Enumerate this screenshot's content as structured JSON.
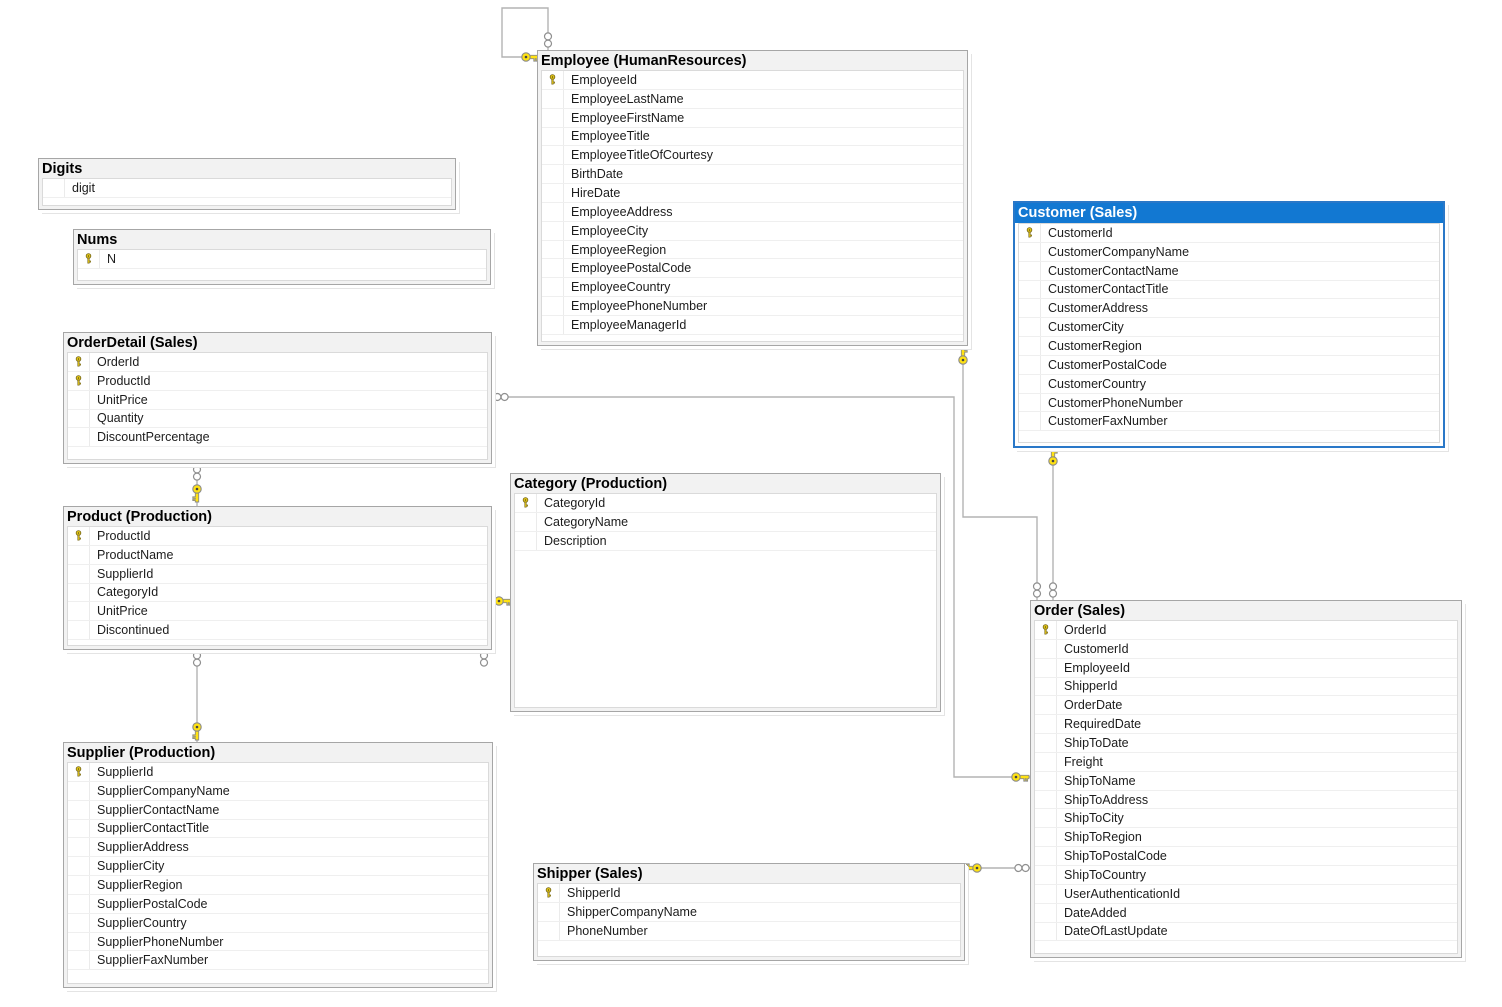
{
  "diagram": {
    "tables": [
      {
        "id": "employee",
        "title": "Employee (HumanResources)",
        "selected": false,
        "fields": [
          {
            "name": "EmployeeId",
            "key": true
          },
          {
            "name": "EmployeeLastName",
            "key": false
          },
          {
            "name": "EmployeeFirstName",
            "key": false
          },
          {
            "name": "EmployeeTitle",
            "key": false
          },
          {
            "name": "EmployeeTitleOfCourtesy",
            "key": false
          },
          {
            "name": "BirthDate",
            "key": false
          },
          {
            "name": "HireDate",
            "key": false
          },
          {
            "name": "EmployeeAddress",
            "key": false
          },
          {
            "name": "EmployeeCity",
            "key": false
          },
          {
            "name": "EmployeeRegion",
            "key": false
          },
          {
            "name": "EmployeePostalCode",
            "key": false
          },
          {
            "name": "EmployeeCountry",
            "key": false
          },
          {
            "name": "EmployeePhoneNumber",
            "key": false
          },
          {
            "name": "EmployeeManagerId",
            "key": false
          }
        ]
      },
      {
        "id": "digits",
        "title": "Digits",
        "selected": false,
        "fields": [
          {
            "name": "digit",
            "key": false
          }
        ]
      },
      {
        "id": "nums",
        "title": "Nums",
        "selected": false,
        "fields": [
          {
            "name": "N",
            "key": true
          }
        ]
      },
      {
        "id": "orderdetail",
        "title": "OrderDetail (Sales)",
        "selected": false,
        "fields": [
          {
            "name": "OrderId",
            "key": true
          },
          {
            "name": "ProductId",
            "key": true
          },
          {
            "name": "UnitPrice",
            "key": false
          },
          {
            "name": "Quantity",
            "key": false
          },
          {
            "name": "DiscountPercentage",
            "key": false
          }
        ]
      },
      {
        "id": "product",
        "title": "Product (Production)",
        "selected": false,
        "fields": [
          {
            "name": "ProductId",
            "key": true
          },
          {
            "name": "ProductName",
            "key": false
          },
          {
            "name": "SupplierId",
            "key": false
          },
          {
            "name": "CategoryId",
            "key": false
          },
          {
            "name": "UnitPrice",
            "key": false
          },
          {
            "name": "Discontinued",
            "key": false
          }
        ]
      },
      {
        "id": "category",
        "title": "Category (Production)",
        "selected": false,
        "fields": [
          {
            "name": "CategoryId",
            "key": true
          },
          {
            "name": "CategoryName",
            "key": false
          },
          {
            "name": "Description",
            "key": false
          }
        ]
      },
      {
        "id": "supplier",
        "title": "Supplier (Production)",
        "selected": false,
        "fields": [
          {
            "name": "SupplierId",
            "key": true
          },
          {
            "name": "SupplierCompanyName",
            "key": false
          },
          {
            "name": "SupplierContactName",
            "key": false
          },
          {
            "name": "SupplierContactTitle",
            "key": false
          },
          {
            "name": "SupplierAddress",
            "key": false
          },
          {
            "name": "SupplierCity",
            "key": false
          },
          {
            "name": "SupplierRegion",
            "key": false
          },
          {
            "name": "SupplierPostalCode",
            "key": false
          },
          {
            "name": "SupplierCountry",
            "key": false
          },
          {
            "name": "SupplierPhoneNumber",
            "key": false
          },
          {
            "name": "SupplierFaxNumber",
            "key": false
          }
        ]
      },
      {
        "id": "shipper",
        "title": "Shipper (Sales)",
        "selected": false,
        "fields": [
          {
            "name": "ShipperId",
            "key": true
          },
          {
            "name": "ShipperCompanyName",
            "key": false
          },
          {
            "name": "PhoneNumber",
            "key": false
          }
        ]
      },
      {
        "id": "customer",
        "title": "Customer (Sales)",
        "selected": true,
        "fields": [
          {
            "name": "CustomerId",
            "key": true
          },
          {
            "name": "CustomerCompanyName",
            "key": false
          },
          {
            "name": "CustomerContactName",
            "key": false
          },
          {
            "name": "CustomerContactTitle",
            "key": false
          },
          {
            "name": "CustomerAddress",
            "key": false
          },
          {
            "name": "CustomerCity",
            "key": false
          },
          {
            "name": "CustomerRegion",
            "key": false
          },
          {
            "name": "CustomerPostalCode",
            "key": false
          },
          {
            "name": "CustomerCountry",
            "key": false
          },
          {
            "name": "CustomerPhoneNumber",
            "key": false
          },
          {
            "name": "CustomerFaxNumber",
            "key": false
          }
        ]
      },
      {
        "id": "order",
        "title": "Order (Sales)",
        "selected": false,
        "fields": [
          {
            "name": "OrderId",
            "key": true
          },
          {
            "name": "CustomerId",
            "key": false
          },
          {
            "name": "EmployeeId",
            "key": false
          },
          {
            "name": "ShipperId",
            "key": false
          },
          {
            "name": "OrderDate",
            "key": false
          },
          {
            "name": "RequiredDate",
            "key": false
          },
          {
            "name": "ShipToDate",
            "key": false
          },
          {
            "name": "Freight",
            "key": false
          },
          {
            "name": "ShipToName",
            "key": false
          },
          {
            "name": "ShipToAddress",
            "key": false
          },
          {
            "name": "ShipToCity",
            "key": false
          },
          {
            "name": "ShipToRegion",
            "key": false
          },
          {
            "name": "ShipToPostalCode",
            "key": false
          },
          {
            "name": "ShipToCountry",
            "key": false
          },
          {
            "name": "UserAuthenticationId",
            "key": false
          },
          {
            "name": "DateAdded",
            "key": false
          },
          {
            "name": "DateOfLastUpdate",
            "key": false
          }
        ]
      }
    ],
    "relationships": [
      {
        "one": "Employee",
        "many": "Employee"
      },
      {
        "one": "Product",
        "many": "OrderDetail"
      },
      {
        "one": "Supplier",
        "many": "Product"
      },
      {
        "one": "Category",
        "many": "Product"
      },
      {
        "one": "Order",
        "many": "OrderDetail"
      },
      {
        "one": "Shipper",
        "many": "Order"
      },
      {
        "one": "Employee",
        "many": "Order"
      },
      {
        "one": "Customer",
        "many": "Order"
      }
    ],
    "colors": {
      "selected_header": "#1278d2",
      "selected_border": "#2a78c8",
      "header_bg": "#f2f2f2",
      "table_border": "#a6a6a6",
      "connector": "#b3b3b3",
      "key_fill": "#ffe212"
    }
  }
}
